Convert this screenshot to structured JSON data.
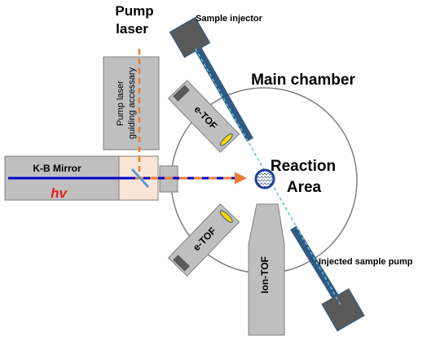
{
  "labels": {
    "pump_laser_line1": "Pump",
    "pump_laser_line2": "laser",
    "sample_injector": "Sample injector",
    "main_chamber": "Main chamber",
    "guiding_line1": "Pump laser",
    "guiding_line2": "guiding accessary",
    "etof_upper": "e-TOF",
    "etof_lower": "e-TOF",
    "kb_mirror": "K-B Mirror",
    "hv": "hv",
    "reaction_line1": "Reaction",
    "reaction_line2": "Area",
    "ion_tof": "Ion-TOF",
    "injected_sample_pump": "Injected sample pump"
  },
  "colors": {
    "component_fill": "#bfbfbf",
    "component_stroke": "#7f7f7f",
    "dark_block": "#595959",
    "injector_tube": "#2f5a83",
    "laser_orange": "#ed7d31",
    "xray_blue": "#0000cc",
    "hv_red": "#e02020",
    "accessory_fill": "#fbe5d6",
    "sample_stream": "#5bc0de",
    "detector_yellow": "#ffd700"
  }
}
